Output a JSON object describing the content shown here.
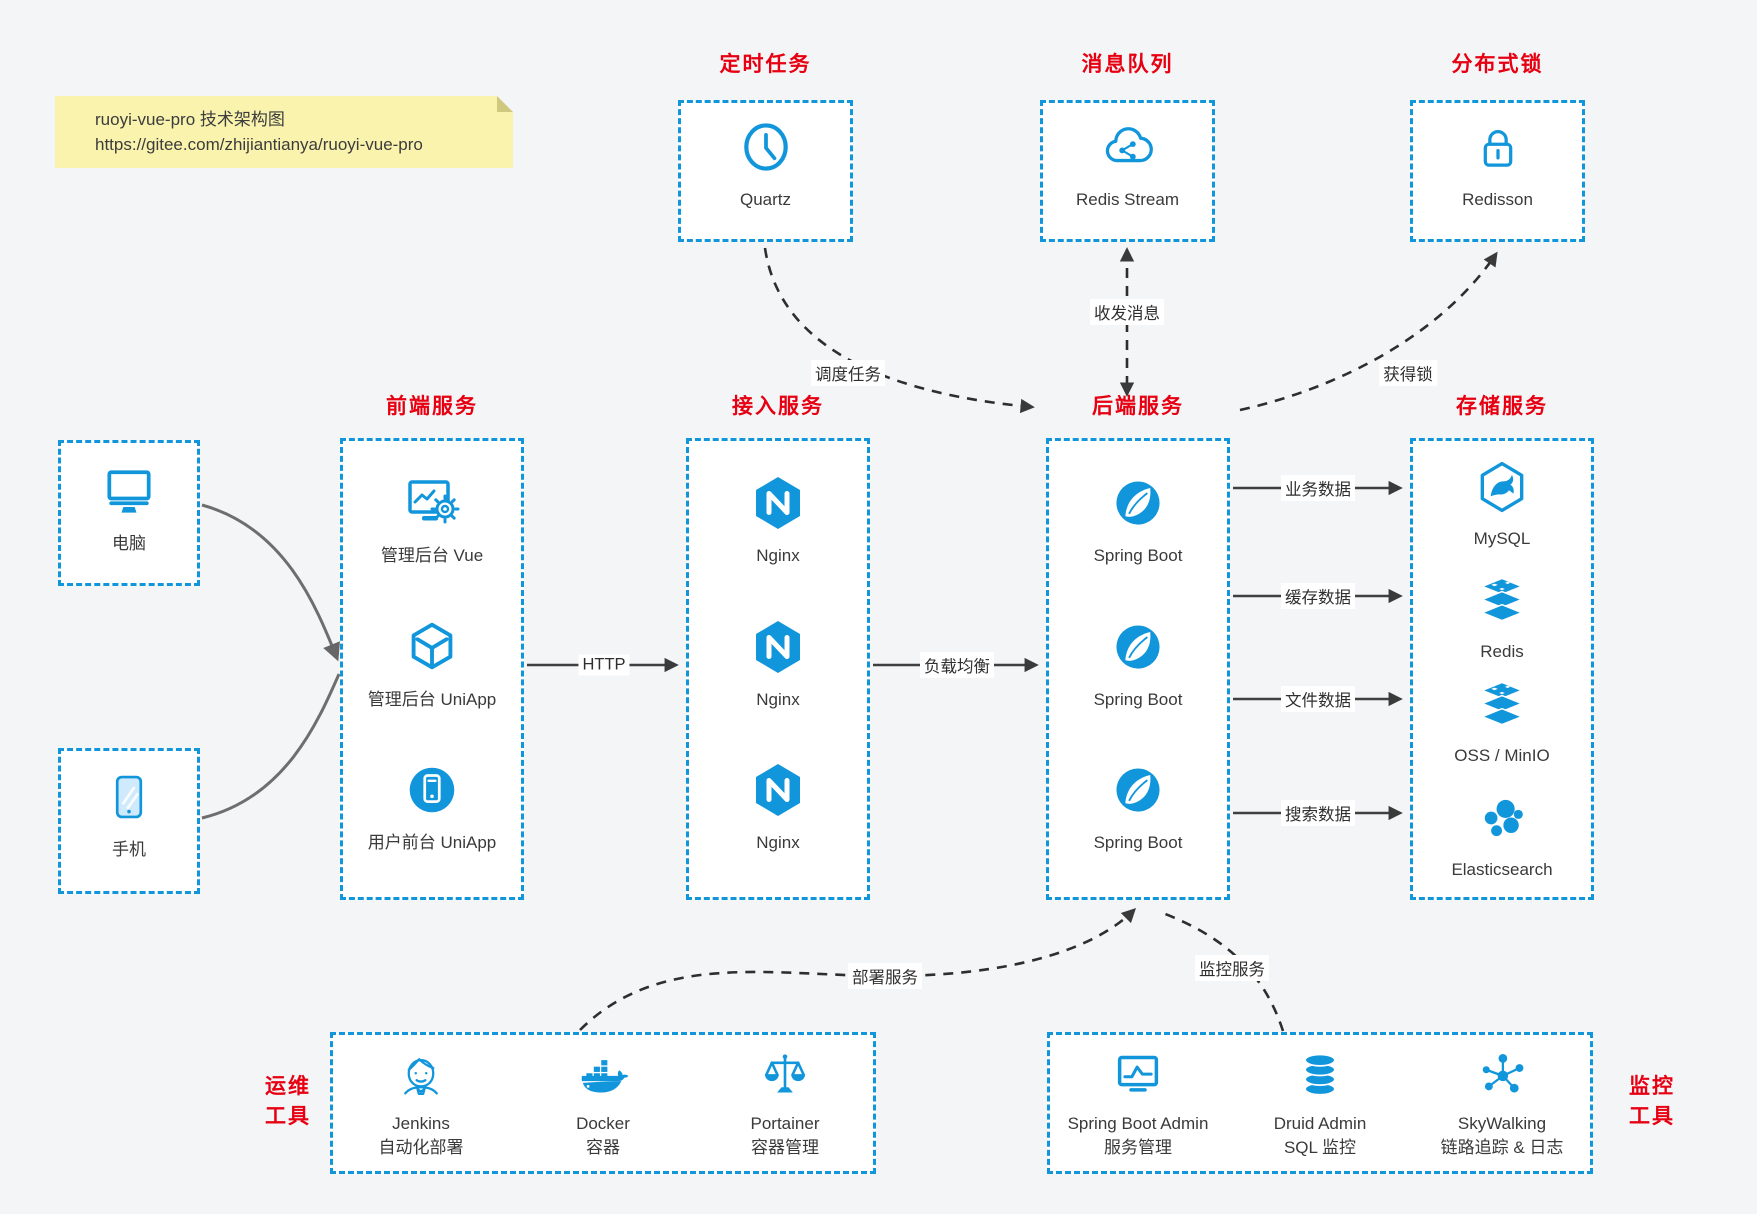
{
  "colors": {
    "blue": "#1296db",
    "red": "#e60012",
    "note_yellow": "#f9f3ae"
  },
  "note": {
    "title": "ruoyi-vue-pro 技术架构图",
    "url": "https://gitee.com/zhijiantianya/ruoyi-vue-pro"
  },
  "top": {
    "scheduled": {
      "title": "定时任务",
      "label": "Quartz",
      "icon": "clock-icon"
    },
    "queue": {
      "title": "消息队列",
      "label": "Redis Stream",
      "icon": "cloud-share-icon"
    },
    "lock": {
      "title": "分布式锁",
      "label": "Redisson",
      "icon": "lock-icon"
    }
  },
  "clients": {
    "pc": {
      "label": "电脑",
      "icon": "desktop-icon"
    },
    "mobile": {
      "label": "手机",
      "icon": "smartphone-icon"
    }
  },
  "frontend": {
    "title": "前端服务",
    "items": [
      {
        "label": "管理后台 Vue"
      },
      {
        "label": "管理后台 UniApp"
      },
      {
        "label": "用户前台 UniApp"
      }
    ]
  },
  "gateway": {
    "title": "接入服务",
    "items": [
      {
        "label": "Nginx"
      },
      {
        "label": "Nginx"
      },
      {
        "label": "Nginx"
      }
    ]
  },
  "backend": {
    "title": "后端服务",
    "items": [
      {
        "label": "Spring Boot"
      },
      {
        "label": "Spring Boot"
      },
      {
        "label": "Spring Boot"
      }
    ]
  },
  "storage": {
    "title": "存储服务",
    "items": [
      {
        "label": "MySQL"
      },
      {
        "label": "Redis"
      },
      {
        "label": "OSS / MinIO"
      },
      {
        "label": "Elasticsearch"
      }
    ]
  },
  "flows": {
    "http": "HTTP",
    "balance": "负载均衡",
    "business": "业务数据",
    "cache": "缓存数据",
    "file": "文件数据",
    "search": "搜索数据",
    "schedule": "调度任务",
    "message": "收发消息",
    "lock": "获得锁",
    "deploy": "部署服务",
    "monitor": "监控服务"
  },
  "ops": {
    "title_l1": "运维",
    "title_l2": "工具",
    "items": [
      {
        "name": "Jenkins",
        "desc": "自动化部署"
      },
      {
        "name": "Docker",
        "desc": "容器"
      },
      {
        "name": "Portainer",
        "desc": "容器管理"
      }
    ]
  },
  "monitoring": {
    "title_l1": "监控",
    "title_l2": "工具",
    "items": [
      {
        "name": "Spring Boot Admin",
        "desc": "服务管理"
      },
      {
        "name": "Druid Admin",
        "desc": "SQL 监控"
      },
      {
        "name": "SkyWalking",
        "desc": "链路追踪 & 日志"
      }
    ]
  }
}
